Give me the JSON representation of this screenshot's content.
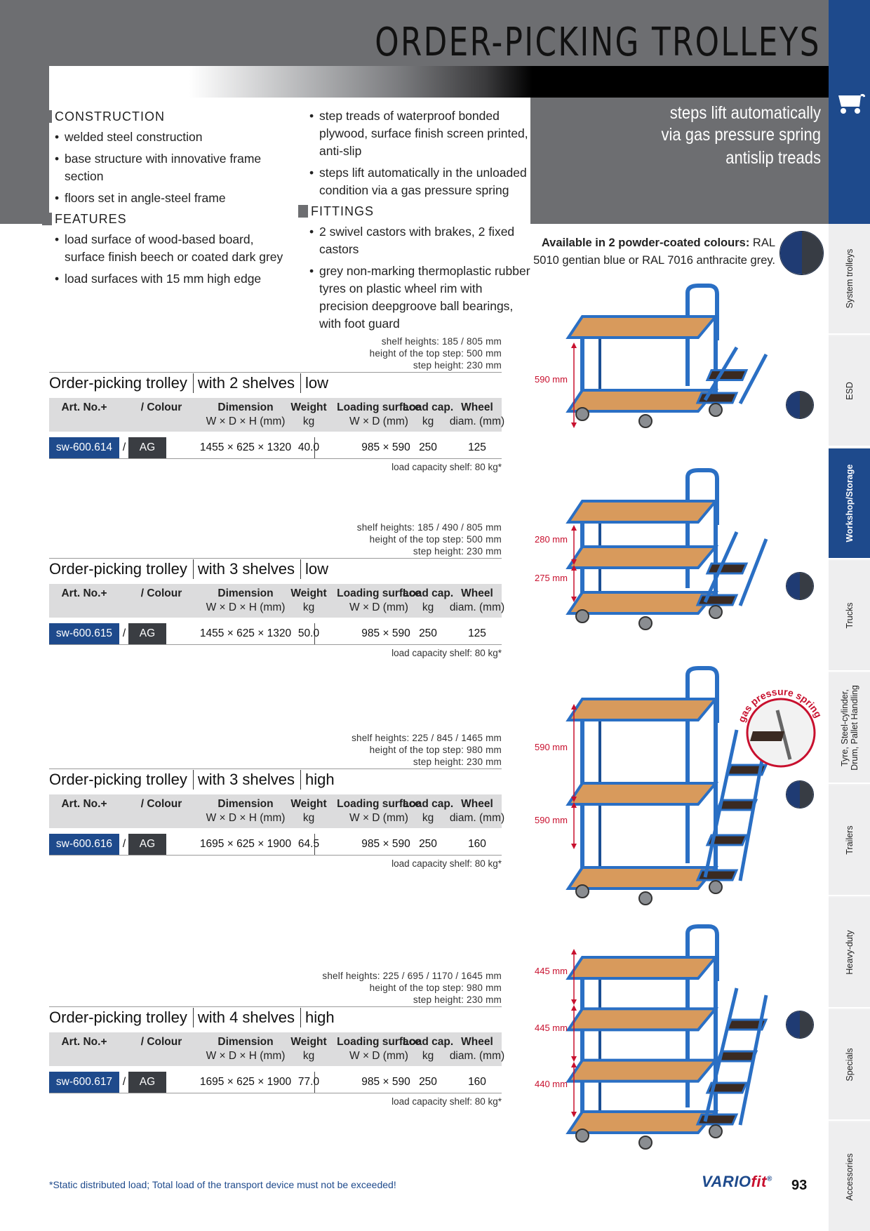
{
  "page": {
    "title": "ORDER-PICKING TROLLEYS",
    "highlights": [
      "steps lift automatically",
      "via gas pressure spring",
      "antislip treads"
    ],
    "page_number": "93",
    "footnote": "*Static distributed load; Total load of the transport device must not be exceeded!",
    "brand": {
      "part1": "VARIO",
      "part2": "fit",
      "mark": "®"
    }
  },
  "specs": {
    "construction": {
      "heading": "CONSTRUCTION",
      "items": [
        "welded steel construction",
        "base structure with innovative frame section",
        "floors set in angle-steel frame"
      ]
    },
    "features": {
      "heading": "FEATURES",
      "items": [
        "load surface of wood-based board, surface finish beech or coated dark grey",
        "load surfaces with 15 mm high edge"
      ]
    },
    "steps": {
      "items": [
        "step treads of waterproof bonded plywood, surface finish screen printed, anti-slip",
        "steps lift automatically in the unloaded condition via a gas pressure spring"
      ]
    },
    "fittings": {
      "heading": "FITTINGS",
      "items": [
        "2 swivel castors with brakes, 2 fixed castors",
        "grey non-marking thermoplastic rubber tyres on plastic wheel rim with precision deepgroove ball bearings, with foot guard"
      ]
    }
  },
  "colours": {
    "bold": "Available in 2 powder-coated colours:",
    "text": " RAL 5010 gentian blue or RAL 7016 anthracite grey.",
    "blue": "#1f3b73",
    "grey": "#373c44"
  },
  "table_headers": {
    "art": "Art. No.+",
    "colour": "/  Colour",
    "dimension": "Dimension",
    "dimension_sub": "W × D × H (mm)",
    "weight": "Weight",
    "weight_sub": "kg",
    "loading": "Loading surface",
    "loading_sub": "W × D (mm)",
    "loadcap": "Load cap.",
    "loadcap_sub": "kg",
    "wheel": "Wheel",
    "wheel_sub": "diam. (mm)"
  },
  "products": [
    {
      "name": "Order-picking trolley",
      "shelves": "with 2 shelves",
      "height": "low",
      "info": [
        "shelf heights: 185 / 805 mm",
        "height of the top step: 500 mm",
        "step height: 230 mm"
      ],
      "row": {
        "art": "sw-600.614",
        "slash": "/",
        "colour": "AG",
        "dimension": "1455 × 625 × 1320",
        "weight": "40.0",
        "loading": "985 × 590",
        "loadcap": "250",
        "wheel": "125"
      },
      "note": "load capacity shelf: 80 kg*",
      "dims": [
        "590 mm"
      ]
    },
    {
      "name": "Order-picking trolley",
      "shelves": "with 3 shelves",
      "height": "low",
      "info": [
        "shelf heights: 185 / 490 / 805 mm",
        "height of the top step: 500 mm",
        "step height: 230 mm"
      ],
      "row": {
        "art": "sw-600.615",
        "slash": "/",
        "colour": "AG",
        "dimension": "1455 × 625 × 1320",
        "weight": "50.0",
        "loading": "985 × 590",
        "loadcap": "250",
        "wheel": "125"
      },
      "note": "load capacity shelf: 80 kg*",
      "dims": [
        "280 mm",
        "275 mm"
      ]
    },
    {
      "name": "Order-picking trolley",
      "shelves": "with 3 shelves",
      "height": "high",
      "info": [
        "shelf heights: 225 / 845 / 1465 mm",
        "height of the top step: 980 mm",
        "step height: 230 mm"
      ],
      "row": {
        "art": "sw-600.616",
        "slash": "/",
        "colour": "AG",
        "dimension": "1695 × 625 × 1900",
        "weight": "64.5",
        "loading": "985 × 590",
        "loadcap": "250",
        "wheel": "160"
      },
      "note": "load capacity shelf: 80 kg*",
      "dims": [
        "590 mm",
        "590 mm"
      ],
      "callout": "gas pressure spring"
    },
    {
      "name": "Order-picking trolley",
      "shelves": "with 4 shelves",
      "height": "high",
      "info": [
        "shelf heights: 225 / 695 / 1170 / 1645 mm",
        "height of the top step: 980 mm",
        "step height: 230 mm"
      ],
      "row": {
        "art": "sw-600.617",
        "slash": "/",
        "colour": "AG",
        "dimension": "1695 × 625 × 1900",
        "weight": "77.0",
        "loading": "985 × 590",
        "loadcap": "250",
        "wheel": "160"
      },
      "note": "load capacity shelf: 80 kg*",
      "dims": [
        "445 mm",
        "445 mm",
        "440 mm"
      ]
    }
  ],
  "tabs": [
    {
      "label": "System trolleys",
      "active": false
    },
    {
      "label": "ESD",
      "active": false
    },
    {
      "label": "Workshop/Storage",
      "active": true
    },
    {
      "label": "Trucks",
      "active": false
    },
    {
      "label": "Tyre, Steel-cylinder,",
      "label2": "Drum, Pallet Handling",
      "active": false
    },
    {
      "label": "Trailers",
      "active": false
    },
    {
      "label": "Heavy-duty",
      "active": false
    },
    {
      "label": "Specials",
      "active": false
    },
    {
      "label": "Accessories",
      "active": false
    }
  ]
}
